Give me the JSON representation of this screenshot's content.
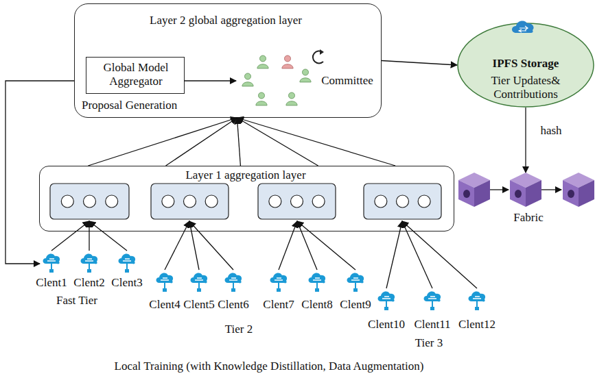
{
  "diagram": {
    "nodes": [
      {
        "text": [
          "Layer 2 global aggregation layer",
          "Proposal Generation"
        ]
      },
      {
        "text": [
          "Global Model Aggregator"
        ],
        "in": 0
      },
      {
        "text": [
          "IPFS Storage",
          "Tier Updates& Contributions"
        ]
      },
      {
        "text": [
          "Layer 1 aggregation layer"
        ]
      }
    ],
    "edges": [
      {
        "from": 3,
        "to": 0,
        "arrow": "to"
      },
      {
        "from": 3,
        "to": 0,
        "arrow": "to"
      },
      {
        "from": 3,
        "to": 0,
        "arrow": "to"
      },
      {
        "from": 3,
        "to": 0,
        "arrow": "to"
      },
      {
        "from": 3,
        "to": 0,
        "arrow": "to"
      },
      {
        "from": 0,
        "to": 2,
        "arrow": "to"
      }
    ],
    "labels": [
      "Committee",
      "Clent1",
      "Clent2",
      "Clent3",
      "Fast Tier",
      "Clent4",
      "Clent5",
      "Clent6",
      "Clent7",
      "Clent8",
      "Clent9",
      "Tier 2",
      "Clent10",
      "Clent11",
      "Clent12",
      "Tier 3",
      "hash",
      "Fabric",
      "Local Training (with Knowledge Distillation, Data Augmentation)"
    ]
  }
}
